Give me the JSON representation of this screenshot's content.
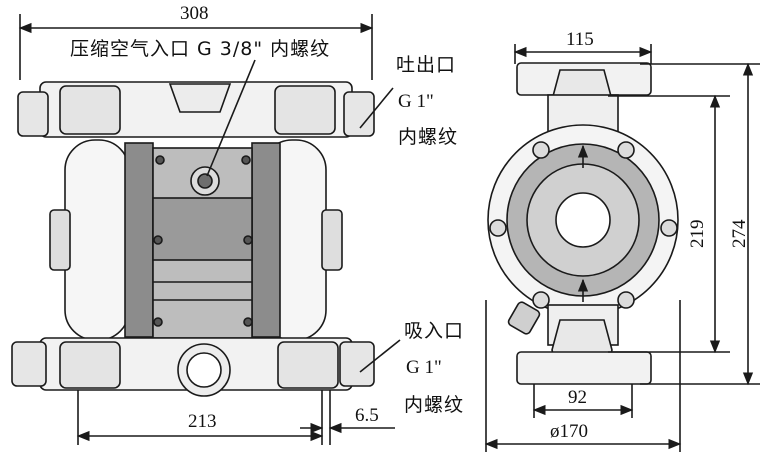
{
  "dimensions": {
    "overall_width": "308",
    "base_width": "213",
    "offset": "6.5",
    "top_width": "115",
    "inner_height": "219",
    "total_height": "274",
    "foot_width": "92",
    "diameter": "ø170"
  },
  "callouts": {
    "air_inlet": "压缩空气入口 G 3/8\" 内螺纹",
    "outlet_line1": "吐出口",
    "outlet_line2": "G 1\"",
    "outlet_line3": "内螺纹",
    "inlet_line1": "吸入口",
    "inlet_line2": "G 1\"",
    "inlet_line3": "内螺纹"
  },
  "colors": {
    "line": "#1a1a1a",
    "body_gray": "#9a9a9a",
    "dark_gray": "#6e6e6e",
    "light_gray": "#d9d9d9"
  }
}
